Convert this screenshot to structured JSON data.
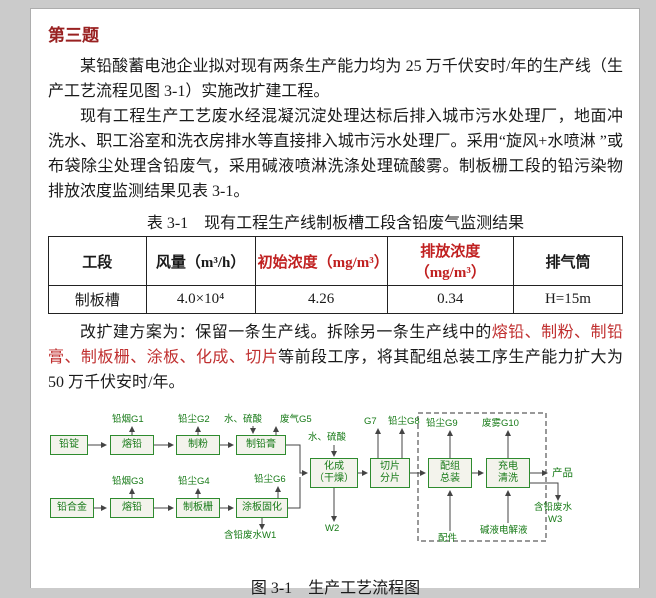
{
  "colors": {
    "heading_red": "#992121",
    "highlight_red": "#c03030",
    "table_header_red": "#c02020",
    "diagram_green": "#177a17"
  },
  "page": {
    "heading": "第三题",
    "para1": "某铅酸蓄电池企业拟对现有两条生产能力均为 25 万千伏安时/年的生产线（生产工艺流程见图 3-1）实施改扩建工程。",
    "para2": "现有工程生产工艺废水经混凝沉淀处理达标后排入城市污水处理厂，地面冲洗水、职工浴室和洗衣房排水等直接排入城市污水处理厂。采用“旋风+水喷淋 ”或布袋除尘处理含铅废气，采用碱液喷淋洗涤处理硫酸雾。制板栅工段的铅污染物排放浓度监测结果见表 3-1。",
    "table_caption": "表 3-1　现有工程生产线制板槽工段含铅废气监测结果",
    "para3_a": "改扩建方案为：保留一条生产线。拆除另一条生产线中的",
    "para3_b": "熔铅、制粉、制铅膏、制板栅、涂板、化成、切片",
    "para3_c": "等前段工序，将其配组总装工序生产能力扩大为 50 万千伏安时/年。",
    "figure_caption": "图 3-1　生产工艺流程图"
  },
  "table": {
    "headers": [
      "工段",
      "风量（m³/h）",
      "初始浓度（mg/m³）",
      "排放浓度（mg/m³）",
      "排气筒"
    ],
    "row": [
      "制板槽",
      "4.0×10⁴",
      "4.26",
      "0.34",
      "H=15m"
    ]
  },
  "diagram": {
    "nodes": {
      "lead_ingot": "铅锭",
      "melt_lead_1": "熔铅",
      "powder_making": "制粉",
      "paste_making": "制铅膏",
      "lead_alloy": "铅合金",
      "melt_lead_2": "熔铅",
      "grid_casting": "制板栅",
      "plate_coating": "涂板固化",
      "formation": "化成\n（干燥）",
      "slicing": "切片\n分片",
      "assembly": "配组\n总装",
      "charge_washing": "充电\n清洗",
      "product": "产品"
    },
    "labels": {
      "g1": "铅烟G1",
      "g2": "铅尘G2",
      "g3": "铅烟G3",
      "g4": "铅尘G4",
      "g5": "废气G5",
      "g6": "铅尘G6",
      "g7": "G7",
      "g8": "铅尘G8",
      "g9": "铅尘G9",
      "g10": "废雾G10",
      "water_acid_1": "水、硫酸",
      "water_acid_2": "水、硫酸",
      "w1": "含铅废水W1",
      "w2": "W2",
      "w3_line1": "含铅废水",
      "w3_line2": "W3",
      "parts": "配件",
      "alkali_electrolyte": "碱液电解液"
    }
  }
}
